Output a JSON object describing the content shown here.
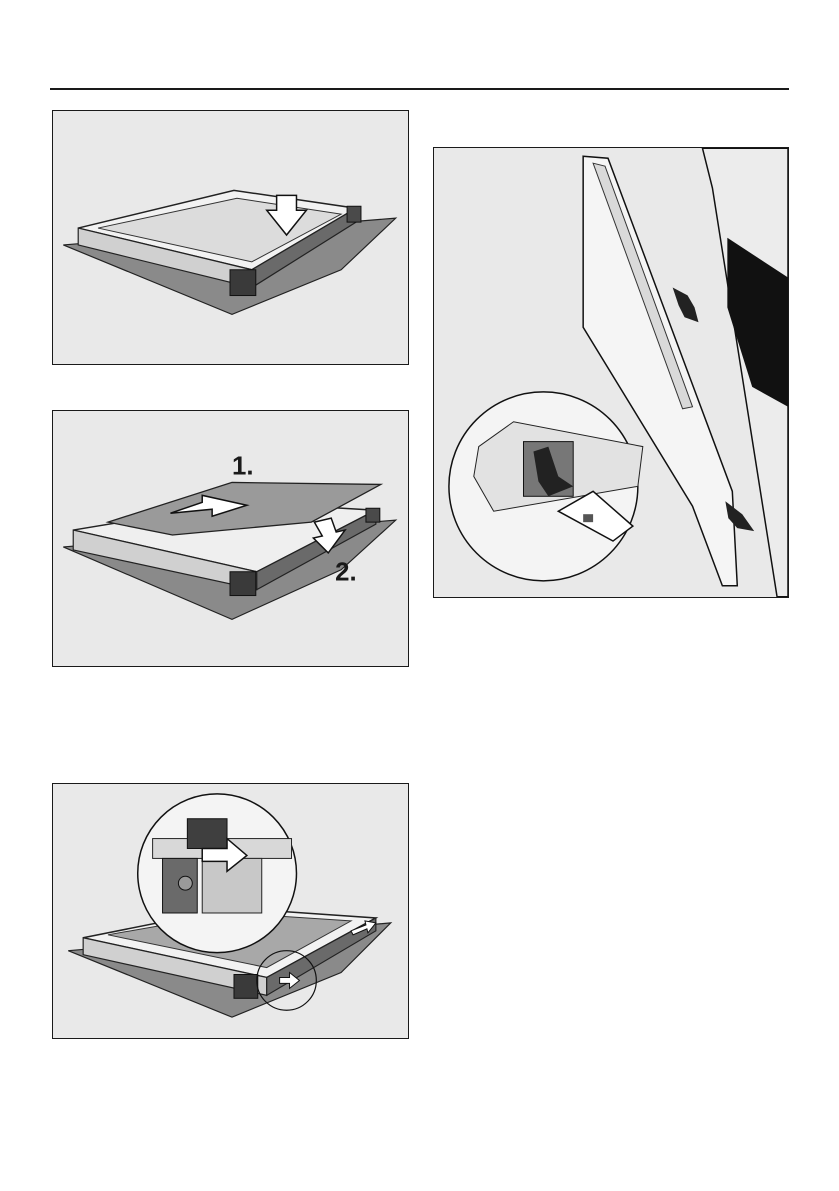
{
  "page": {
    "background": "#ffffff",
    "rule_color": "#1a1a1a",
    "figure_background": "#e9e9e9"
  },
  "figures": {
    "fig1": {
      "subject": "glass-pane-insert"
    },
    "fig2": {
      "step1_label": "1.",
      "step2_label": "2."
    },
    "fig3": {
      "subject": "clip-detail-zoom"
    },
    "fig4": {
      "subject": "door-hinge-zoom"
    }
  }
}
